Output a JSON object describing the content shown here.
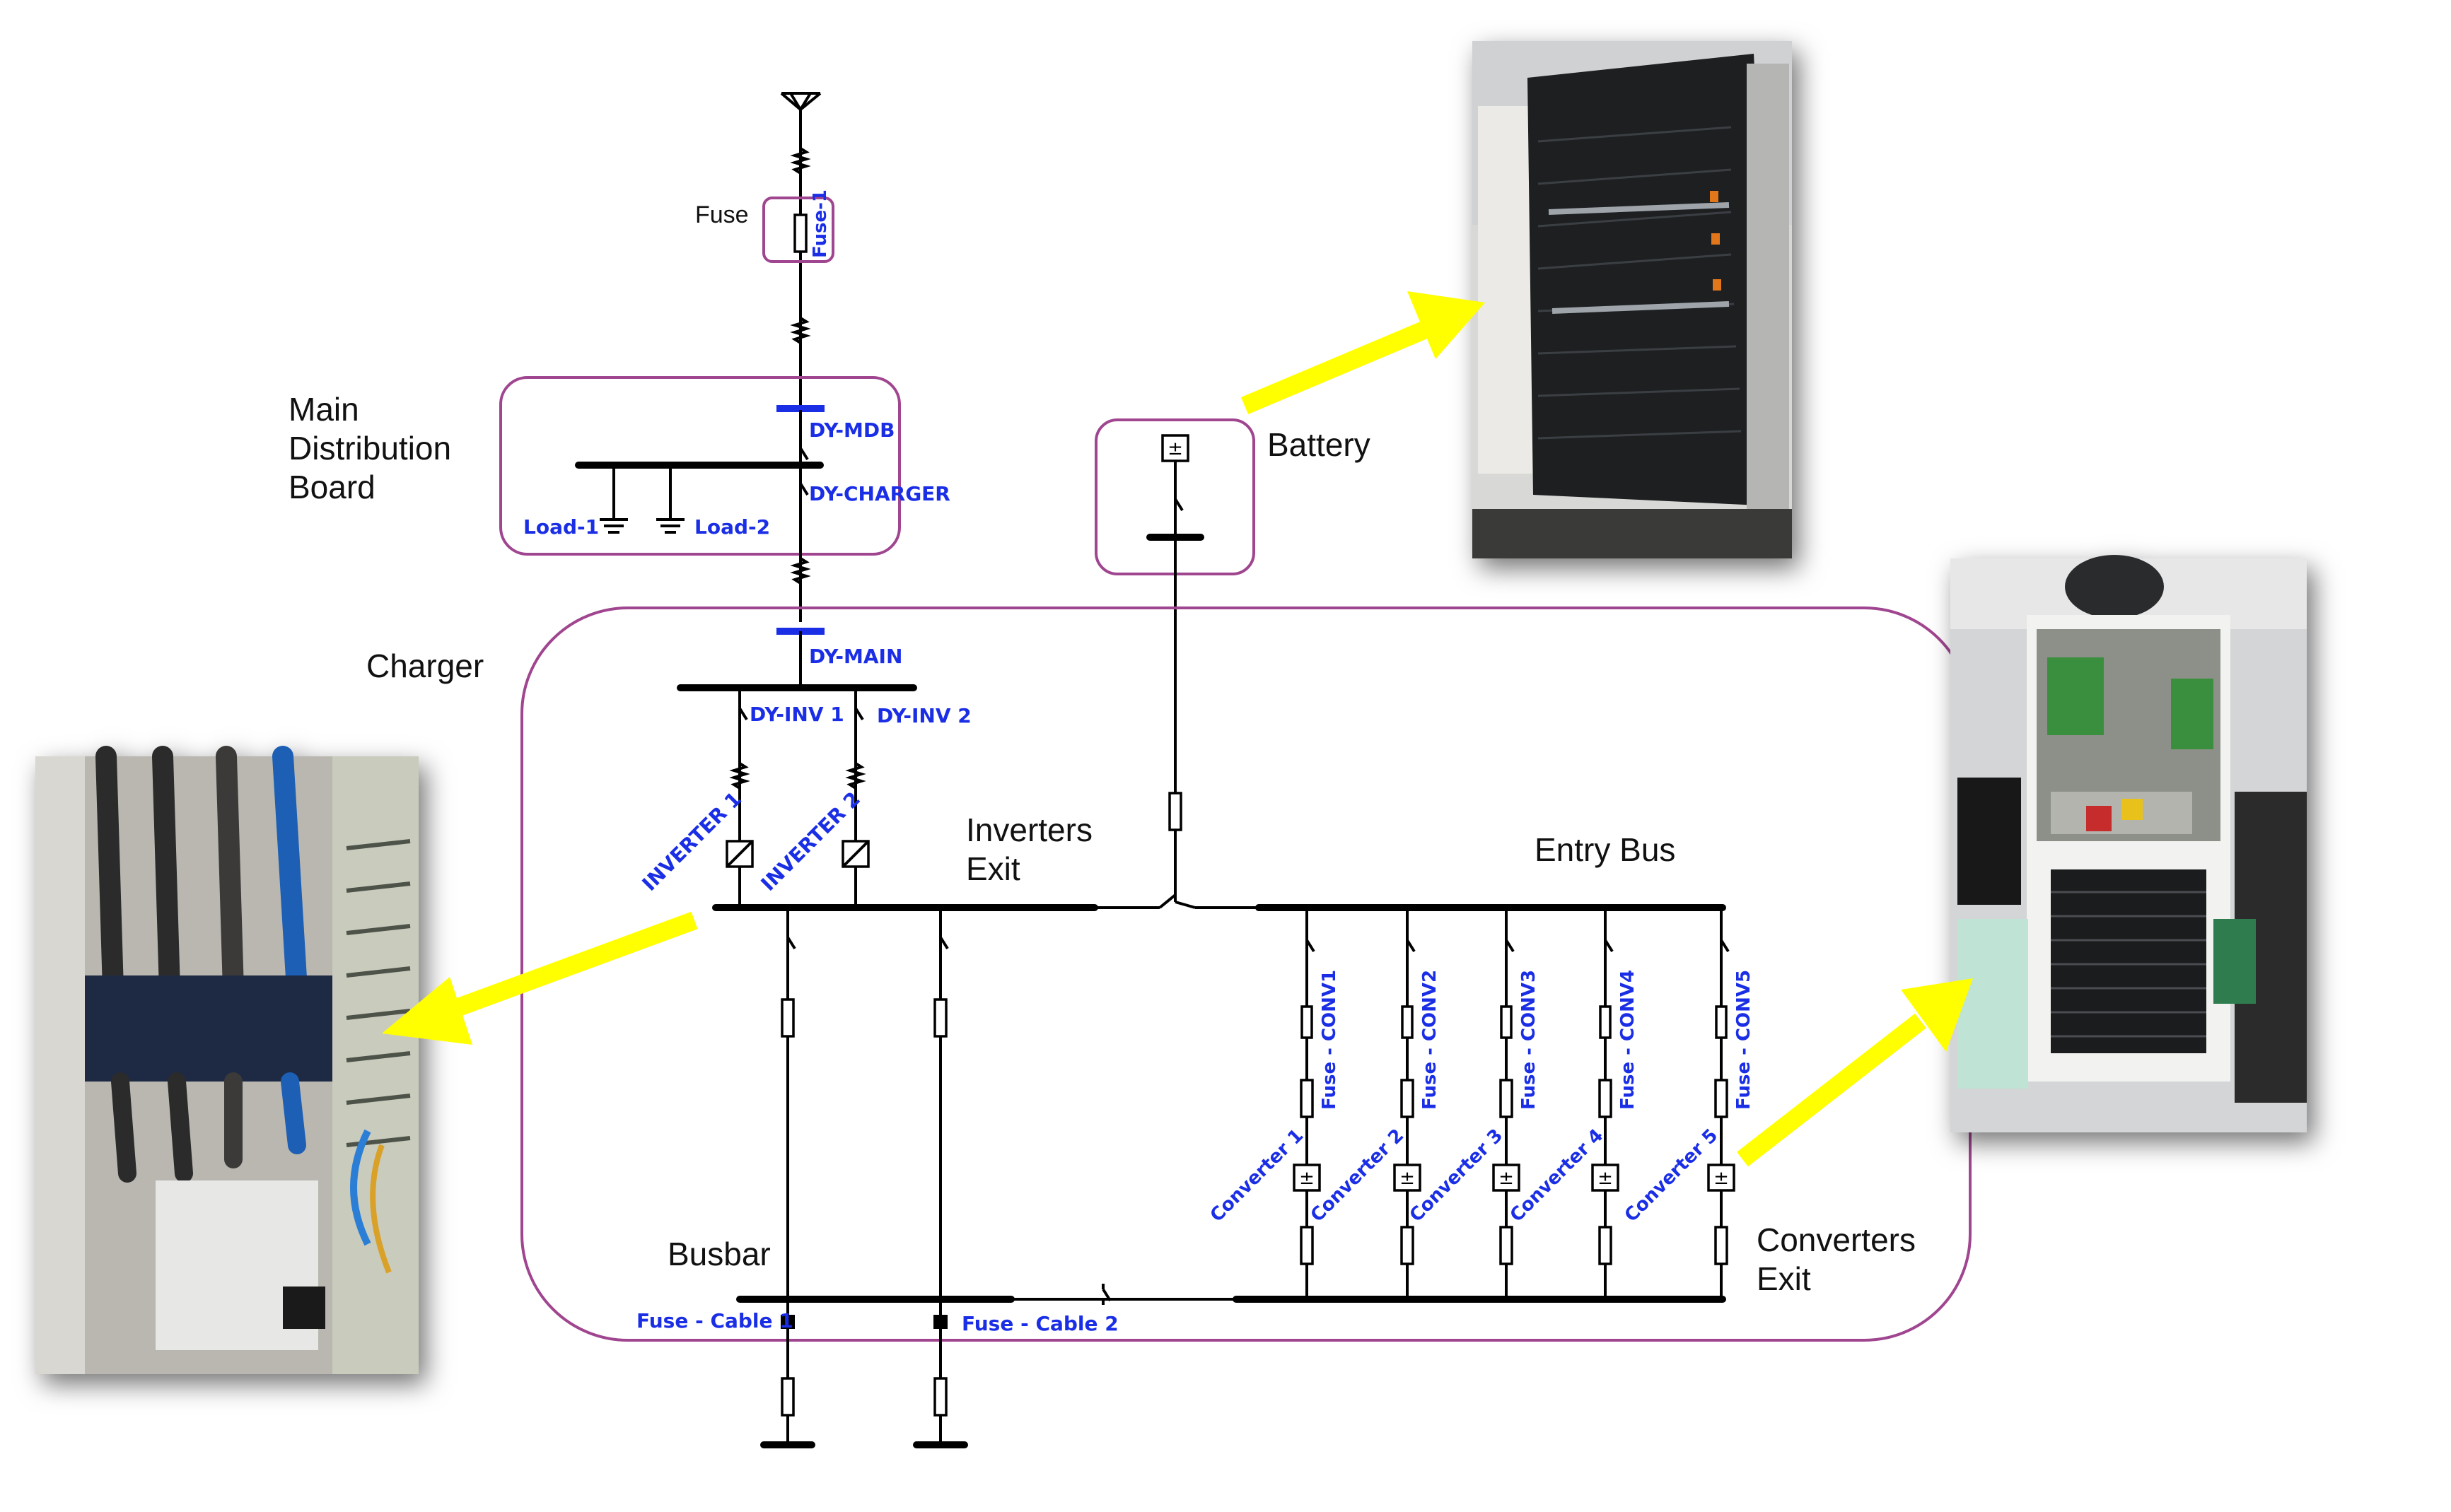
{
  "labels": {
    "fuse": "Fuse",
    "fuse_1": "Fuse-1",
    "mdb_line1": "Main",
    "mdb_line2": "Distribution",
    "mdb_line3": "Board",
    "dy_mdb": "DY-MDB",
    "dy_charger": "DY-CHARGER",
    "load_1": "Load-1",
    "load_2": "Load-2",
    "battery": "Battery",
    "charger": "Charger",
    "dy_main": "DY-MAIN",
    "dy_inv1": "DY-INV 1",
    "dy_inv2": "DY-INV 2",
    "inverter_1": "INVERTER 1",
    "inverter_2": "INVERTER 2",
    "inverters_exit_1": "Inverters",
    "inverters_exit_2": "Exit",
    "entry_bus": "Entry Bus",
    "busbar": "Busbar",
    "converters_exit_1": "Converters",
    "converters_exit_2": "Exit",
    "fuse_cable_1": "Fuse - Cable 1",
    "fuse_cable_2": "Fuse - Cable 2",
    "fuse_conv": [
      "Fuse - CONV1",
      "Fuse - CONV2",
      "Fuse - CONV3",
      "Fuse - CONV4",
      "Fuse - CONV5"
    ],
    "converters": [
      "Converter 1",
      "Converter 2",
      "Converter 3",
      "Converter 4",
      "Converter 5"
    ]
  },
  "colors": {
    "blue_label": "#1a2ee6",
    "group_border": "#a0458f",
    "arrow": "#ffff00"
  },
  "photos": [
    "battery-cabinet-photo",
    "charger-cabinet-photo",
    "inverter-cabling-photo"
  ]
}
